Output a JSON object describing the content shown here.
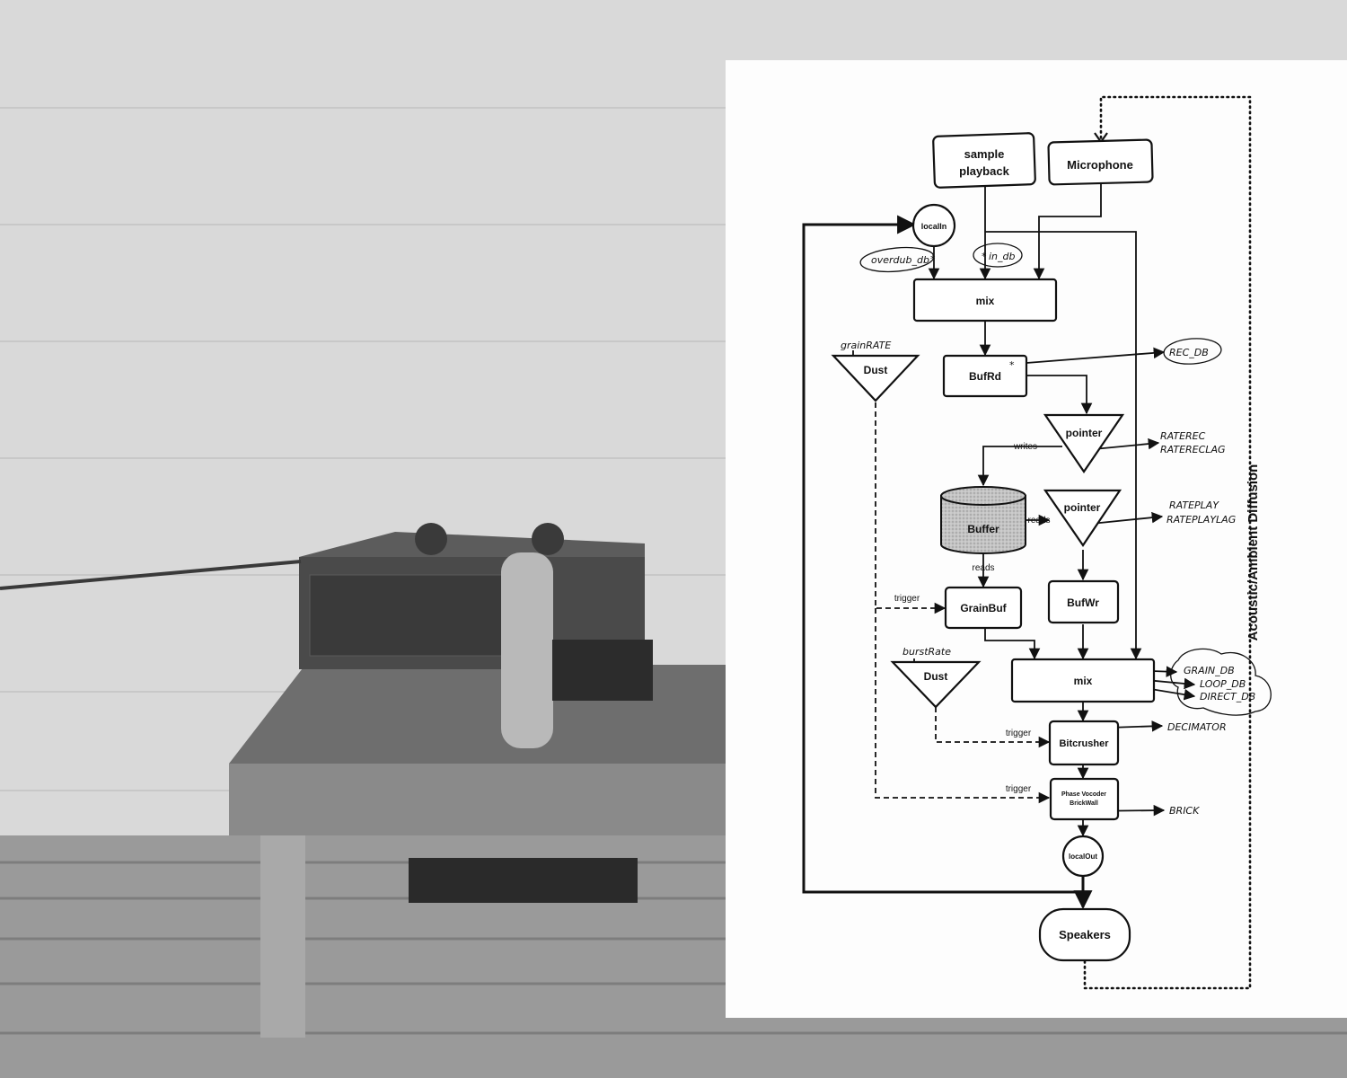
{
  "diagram": {
    "nodes": {
      "sample_playback_l1": "sample",
      "sample_playback_l2": "playback",
      "microphone": "Microphone",
      "localin": "localIn",
      "mix_top": "mix",
      "dust_top": "Dust",
      "bufrd": "BufRd",
      "pointer_rec": "pointer",
      "buffer": "Buffer",
      "pointer_play": "pointer",
      "grainbuf": "GrainBuf",
      "bufwr": "BufWr",
      "dust_bottom": "Dust",
      "mix_bottom": "mix",
      "bitcrusher": "Bitcrusher",
      "phase_vocoder_l1": "Phase Vocoder",
      "phase_vocoder_l2": "BrickWall",
      "localout": "localOut",
      "speakers": "Speakers"
    },
    "edge_labels": {
      "writes": "writes",
      "reads_right": "reads",
      "reads_down": "reads",
      "trigger_grain": "trigger",
      "trigger_bitcrusher": "trigger",
      "trigger_phase": "trigger"
    },
    "handwritten": {
      "overdub_db": "overdub_db",
      "in_db": "in_db",
      "grain_rate": "grainRATE",
      "rec_db": "REC_DB",
      "rate_rec": "RATEREC",
      "rate_rec_lag": "RATERECLAG",
      "rate_play": "RATEPLAY",
      "rate_play_lag": "RATEPLAYLAG",
      "burst_rate": "burstRate",
      "grain_db": "GRAIN_DB",
      "loop_db": "LOOP_DB",
      "direct_db": "DIRECT_DB",
      "decimator": "DECIMATOR",
      "brick": "BRICK"
    },
    "side_label": "Acoustic/Ambient Diffusion"
  },
  "colors": {
    "sheet": "#fdfdfd",
    "ink": "#111111",
    "buffer_fill": "#bdbdbd",
    "photo_wall": "#d9d9d9",
    "photo_floor": "#9a9a9a"
  }
}
